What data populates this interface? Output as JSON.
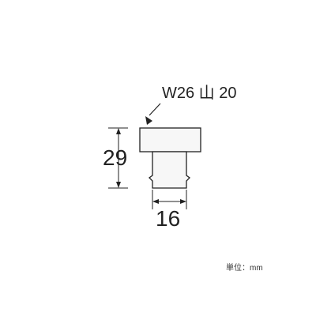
{
  "diagram": {
    "thread_spec": "W26 山 20",
    "height_dimension": "29",
    "width_dimension": "16",
    "unit_note": "単位：mm"
  },
  "colors": {
    "stroke": "#222222",
    "part_fill": "#f7f7f7",
    "shadow": "#e7e7e7"
  }
}
